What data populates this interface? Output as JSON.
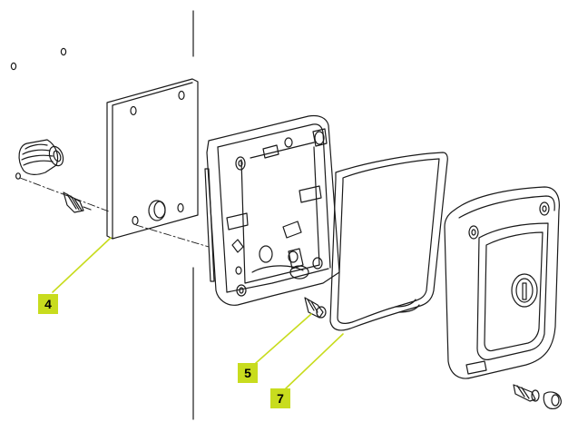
{
  "diagram": {
    "callouts": [
      {
        "id": "4",
        "label": "4"
      },
      {
        "id": "5",
        "label": "5"
      },
      {
        "id": "7",
        "label": "7"
      }
    ]
  },
  "colors": {
    "callout_fill": "#c8dc1e",
    "leader_line": "#c8dc1e",
    "line_art": "#1a1a1a"
  }
}
